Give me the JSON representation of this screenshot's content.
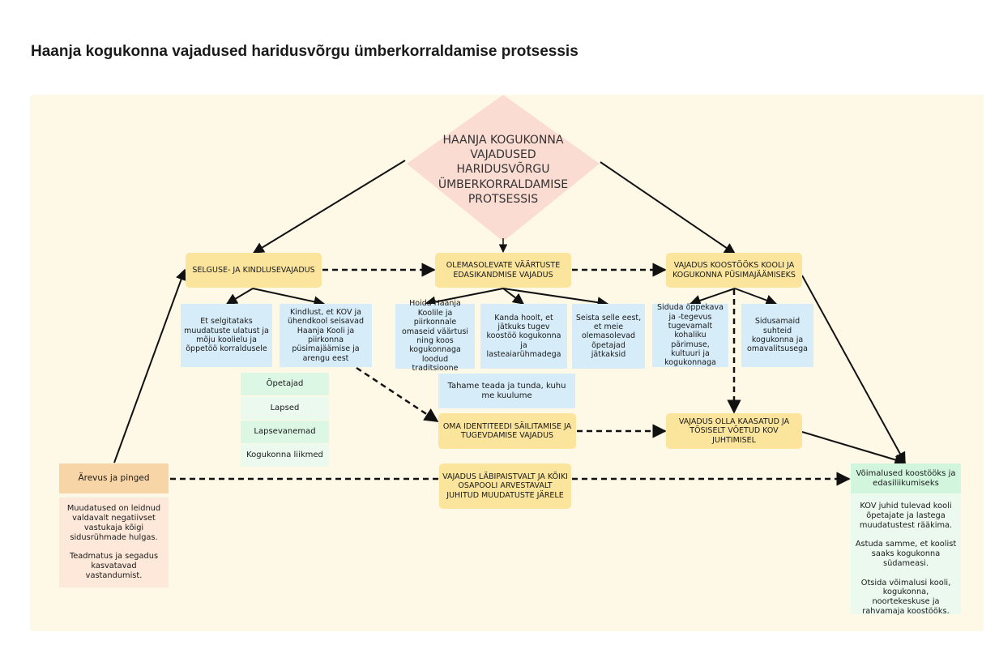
{
  "title": "Haanja kogukonna vajadused haridusvõrgu ümberkorraldamise protsessis",
  "central": "Haanja kogukonna vajadused haridusvõrgu ümberkorraldamise protsessis",
  "needs": {
    "certainty": "Selguse- ja kindlusevajadus",
    "values": "Olemasolevate väärtuste edasikandmise vajadus",
    "cooperation": "Vajadus koostööks kooli ja kogukonna püsimajäämiseks",
    "identity": "Oma identiteedi säilitamise ja tugevdamise vajadus",
    "involvement": "Vajadus olla kaasatud ja tõsiselt võetud KOV juhtimisel",
    "transparency": "Vajadus läbipaistvalt ja kõiki osapooli arvestavalt juhitud muudatuste järele"
  },
  "details": {
    "explain": "Et selgitataks muudatuste ulatust ja mõju koolielu ja õppetöö korraldusele",
    "assurance": "Kindlust, et KOV ja ühendkool seisavad Haanja Kooli ja piirkonna püsimajäämise ja arengu eest",
    "traditions": "Hoida Haanja Koolile ja piirkonnale omaseid väärtusi ning koos kogukonnaga loodud traditsioone",
    "care": "Kanda hoolt, et jätkuks tugev koostöö kogukonna ja lasteaiarühmadega",
    "teachers": "Seista selle eest, et meie olemasolevad õpetajad jätkaksid",
    "curriculum": "Siduda õppekava ja -tegevus tugevamalt kohaliku pärimuse, kultuuri ja kogukonnaga",
    "ties": "Sidusamaid suhteid kogukonna ja omavalitsusega",
    "belonging": "Tahame teada ja tunda, kuhu me kuulume"
  },
  "stakeholders": [
    "Õpetajad",
    "Lapsed",
    "Lapsevanemad",
    "Kogukonna liikmed"
  ],
  "anxiety": {
    "title": "Ärevus ja pinged",
    "paragraphs": [
      "Muudatused on leidnud valdavalt negatiivset vastukaja kõigi sidusrühmade hulgas.",
      "Teadmatus ja segadus kasvatavad vastandumist."
    ]
  },
  "opportunities": {
    "title": "Võimalused koostööks ja edasiliikumiseks",
    "paragraphs": [
      "KOV juhid tulevad kooli õpetajate ja lastega muudatustest rääkima.",
      "Astuda samme, et koolist saaks kogukonna südameasi.",
      "Otsida võimalusi kooli, kogukonna, noortekeskuse ja rahvamaja koostööks."
    ]
  },
  "colors": {
    "background": "#fef8e7",
    "diamond": "#fbdcd3",
    "need": "#fbe49c",
    "detail": "#d6ecf9",
    "stakeholder": "#dcf7e3",
    "anxiety_head": "#f8d5a6",
    "anxiety_body": "#fde8d9",
    "opportunity_head": "#d1f6dd",
    "opportunity_body": "#ebf9ef"
  }
}
